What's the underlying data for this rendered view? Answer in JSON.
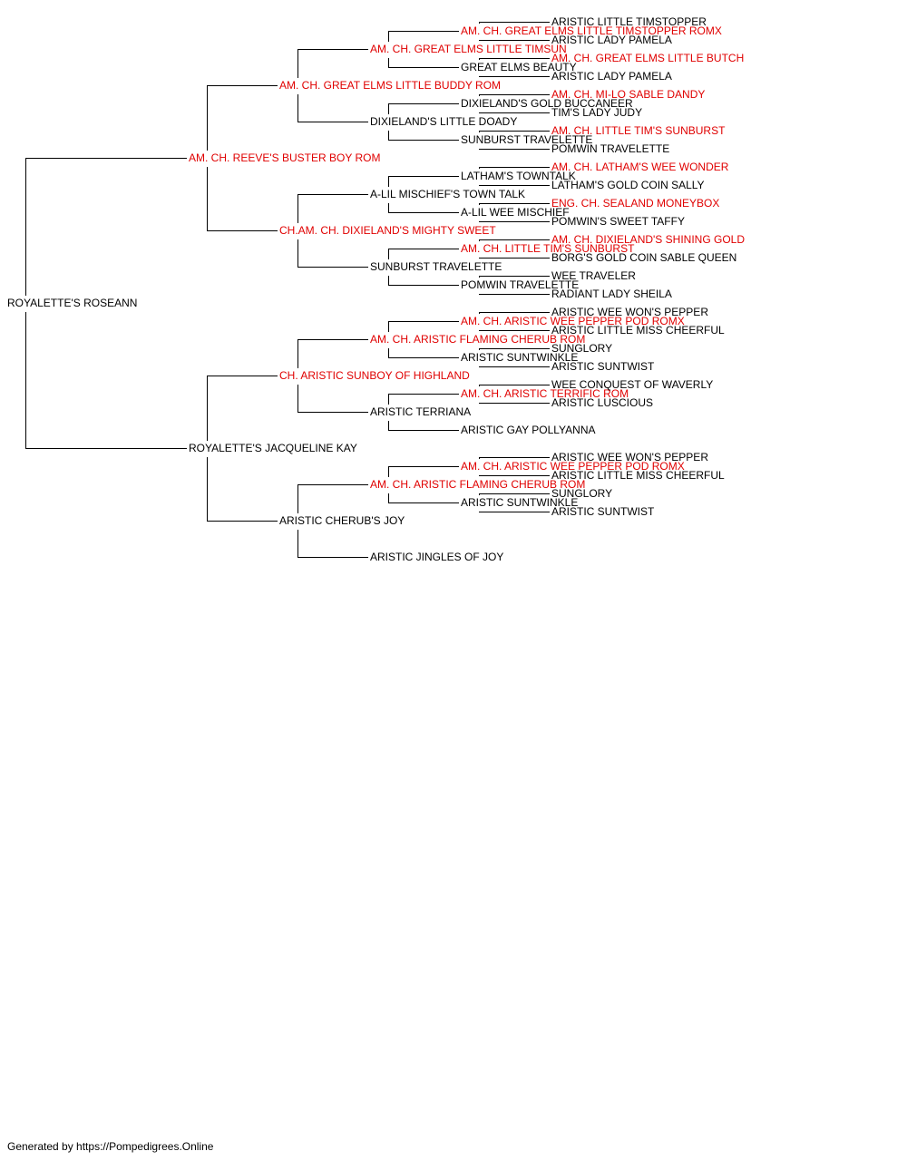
{
  "pedigree": {
    "name": "ROYALETTE'S ROSEANN",
    "champion": false,
    "sire": {
      "name": "AM. CH. REEVE'S BUSTER BOY ROM",
      "champion": true,
      "sire": {
        "name": "AM. CH. GREAT ELMS LITTLE BUDDY ROM",
        "champion": true,
        "sire": {
          "name": "AM. CH. GREAT ELMS LITTLE TIMSUN",
          "champion": true,
          "sire": {
            "name": "AM. CH. GREAT ELMS LITTLE TIMSTOPPER ROMX",
            "champion": true,
            "sire": {
              "name": "ARISTIC LITTLE TIMSTOPPER",
              "champion": false
            },
            "dam": {
              "name": "ARISTIC LADY PAMELA",
              "champion": false
            }
          },
          "dam": {
            "name": "GREAT ELMS BEAUTY",
            "champion": false,
            "sire": {
              "name": "AM. CH. GREAT ELMS LITTLE BUTCH",
              "champion": true
            },
            "dam": {
              "name": "ARISTIC LADY PAMELA",
              "champion": false
            }
          }
        },
        "dam": {
          "name": "DIXIELAND'S LITTLE DOADY",
          "champion": false,
          "sire": {
            "name": "DIXIELAND'S GOLD BUCCANEER",
            "champion": false,
            "sire": {
              "name": "AM. CH. MI-LO SABLE DANDY",
              "champion": true
            },
            "dam": {
              "name": "TIM'S LADY JUDY",
              "champion": false
            }
          },
          "dam": {
            "name": "SUNBURST TRAVELETTE",
            "champion": false,
            "sire": {
              "name": "AM. CH. LITTLE TIM'S SUNBURST",
              "champion": true
            },
            "dam": {
              "name": "POMWIN TRAVELETTE",
              "champion": false
            }
          }
        }
      },
      "dam": {
        "name": "CH.AM. CH. DIXIELAND'S MIGHTY SWEET",
        "champion": true,
        "sire": {
          "name": "A-LIL MISCHIEF'S TOWN TALK",
          "champion": false,
          "sire": {
            "name": "LATHAM'S TOWNTALK",
            "champion": false,
            "sire": {
              "name": "AM. CH. LATHAM'S WEE WONDER",
              "champion": true
            },
            "dam": {
              "name": "LATHAM'S GOLD COIN SALLY",
              "champion": false
            }
          },
          "dam": {
            "name": "A-LIL WEE MISCHIEF",
            "champion": false,
            "sire": {
              "name": "ENG. CH. SEALAND MONEYBOX",
              "champion": true
            },
            "dam": {
              "name": "POMWIN'S SWEET TAFFY",
              "champion": false
            }
          }
        },
        "dam": {
          "name": "SUNBURST TRAVELETTE",
          "champion": false,
          "sire": {
            "name": "AM. CH. LITTLE TIM'S SUNBURST",
            "champion": true,
            "sire": {
              "name": "AM. CH. DIXIELAND'S SHINING GOLD",
              "champion": true
            },
            "dam": {
              "name": "BORG'S GOLD COIN SABLE QUEEN",
              "champion": false
            }
          },
          "dam": {
            "name": "POMWIN TRAVELETTE",
            "champion": false,
            "sire": {
              "name": "WEE TRAVELER",
              "champion": false
            },
            "dam": {
              "name": "RADIANT LADY SHEILA",
              "champion": false
            }
          }
        }
      }
    },
    "dam": {
      "name": "ROYALETTE'S JACQUELINE KAY",
      "champion": false,
      "sire": {
        "name": "CH. ARISTIC SUNBOY OF HIGHLAND",
        "champion": true,
        "sire": {
          "name": "AM. CH. ARISTIC FLAMING CHERUB ROM",
          "champion": true,
          "sire": {
            "name": "AM. CH. ARISTIC WEE PEPPER POD ROMX",
            "champion": true,
            "sire": {
              "name": "ARISTIC WEE WON'S PEPPER",
              "champion": false
            },
            "dam": {
              "name": "ARISTIC LITTLE MISS CHEERFUL",
              "champion": false
            }
          },
          "dam": {
            "name": "ARISTIC SUNTWINKLE",
            "champion": false,
            "sire": {
              "name": "SUNGLORY",
              "champion": false
            },
            "dam": {
              "name": "ARISTIC SUNTWIST",
              "champion": false
            }
          }
        },
        "dam": {
          "name": "ARISTIC TERRIANA",
          "champion": false,
          "sire": {
            "name": "AM. CH. ARISTIC TERRIFIC ROM",
            "champion": true,
            "sire": {
              "name": "WEE CONQUEST OF WAVERLY",
              "champion": false
            },
            "dam": {
              "name": "ARISTIC LUSCIOUS",
              "champion": false
            }
          },
          "dam": {
            "name": "ARISTIC GAY POLLYANNA",
            "champion": false
          }
        }
      },
      "dam": {
        "name": "ARISTIC CHERUB'S JOY",
        "champion": false,
        "sire": {
          "name": "AM. CH. ARISTIC FLAMING CHERUB ROM",
          "champion": true,
          "sire": {
            "name": "AM. CH. ARISTIC WEE PEPPER POD ROMX",
            "champion": true,
            "sire": {
              "name": "ARISTIC WEE WON'S PEPPER",
              "champion": false
            },
            "dam": {
              "name": "ARISTIC LITTLE MISS CHEERFUL",
              "champion": false
            }
          },
          "dam": {
            "name": "ARISTIC SUNTWINKLE",
            "champion": false,
            "sire": {
              "name": "SUNGLORY",
              "champion": false
            },
            "dam": {
              "name": "ARISTIC SUNTWIST",
              "champion": false
            }
          }
        },
        "dam": {
          "name": "ARISTIC JINGLES OF JOY",
          "champion": false
        }
      }
    }
  },
  "footer": "Generated by https://Pompedigrees.Online",
  "colors": {
    "champion": "#e00000",
    "text": "#000000",
    "line": "#000000"
  }
}
